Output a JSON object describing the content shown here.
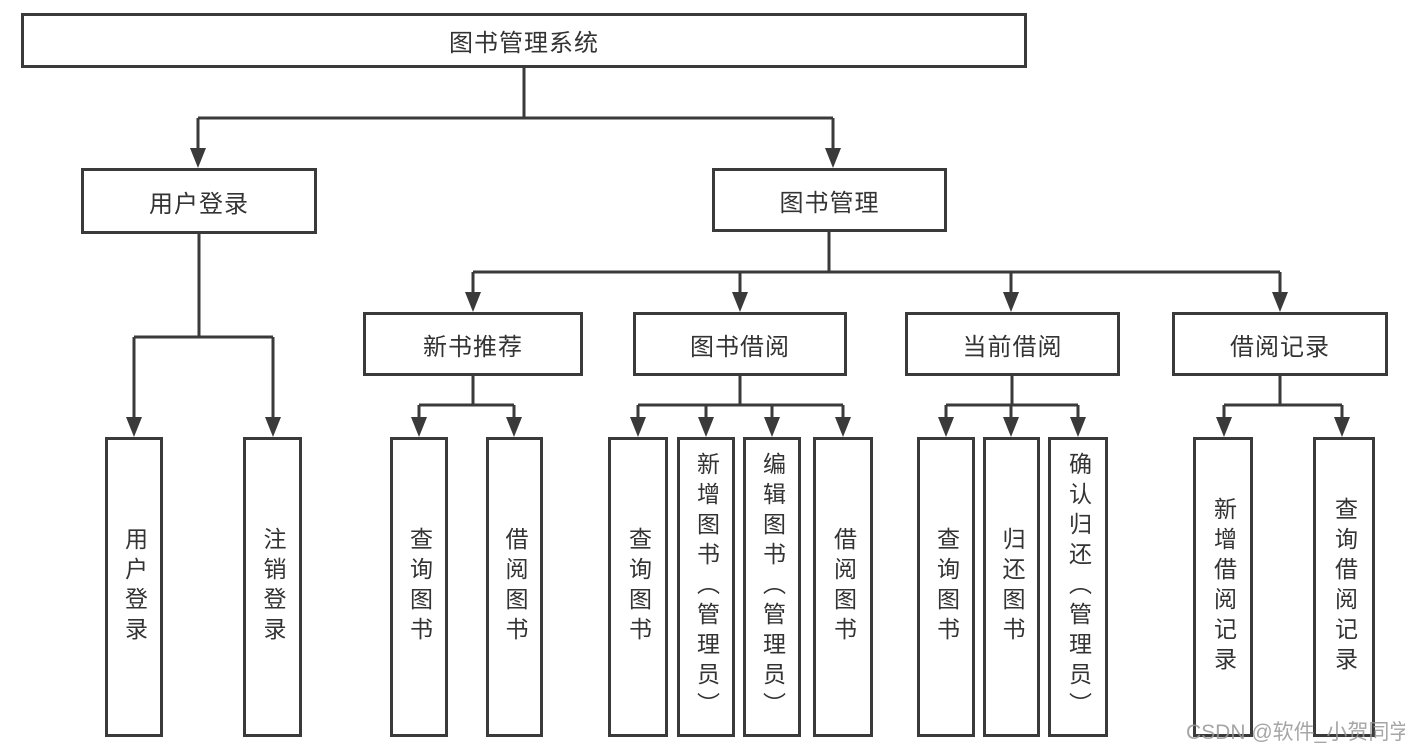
{
  "diagram_title": "图书管理系统",
  "tree": {
    "root": {
      "label": "图书管理系统"
    },
    "branches": [
      {
        "label": "用户登录",
        "children": [
          {
            "label": "用户登录"
          },
          {
            "label": "注销登录"
          }
        ]
      },
      {
        "label": "图书管理",
        "sections": [
          {
            "label": "新书推荐",
            "children": [
              {
                "label": "查询图书"
              },
              {
                "label": "借阅图书"
              }
            ]
          },
          {
            "label": "图书借阅",
            "children": [
              {
                "label": "查询图书"
              },
              {
                "label": "新增图书（管理员）"
              },
              {
                "label": "编辑图书（管理员）"
              },
              {
                "label": "借阅图书"
              }
            ]
          },
          {
            "label": "当前借阅",
            "children": [
              {
                "label": "查询图书"
              },
              {
                "label": "归还图书"
              },
              {
                "label": "确认归还（管理员）"
              }
            ]
          },
          {
            "label": "借阅记录",
            "children": [
              {
                "label": "新增借阅记录"
              },
              {
                "label": "查询借阅记录"
              }
            ]
          }
        ]
      }
    ]
  },
  "watermark": "CSDN @软件_小贺同学",
  "colors": {
    "line": "#3a3a3a",
    "text": "#333333",
    "background": "#ffffff",
    "watermark": "#969696"
  }
}
